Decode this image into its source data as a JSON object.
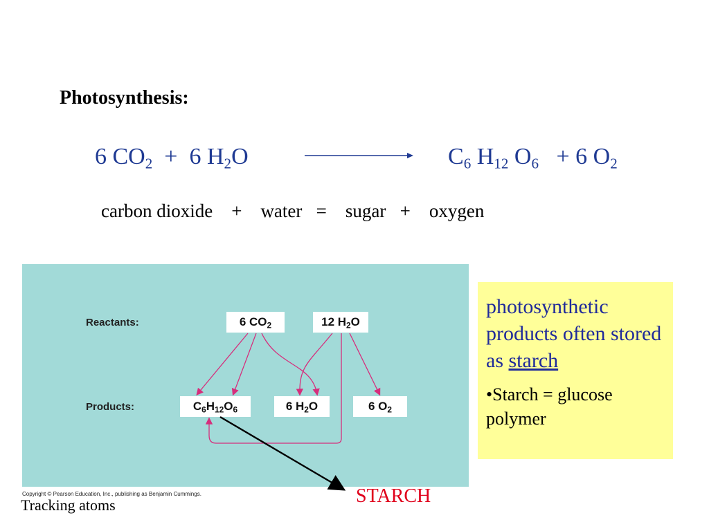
{
  "title": "Photosynthesis:",
  "equation": {
    "reactant1": {
      "coef": "6",
      "formula": "CO",
      "sub": "2"
    },
    "plus1": "+",
    "reactant2": {
      "coef": "6",
      "formula1": "H",
      "sub": "2",
      "formula2": "O"
    },
    "product1": {
      "c": "C",
      "c_sub": "6",
      "h": "H",
      "h_sub": "12",
      "o": "O",
      "o_sub": "6"
    },
    "plus2": "+",
    "product2": {
      "coef": "6",
      "formula": "O",
      "sub": "2"
    }
  },
  "words": [
    "carbon dioxide",
    "+",
    "water",
    "=",
    "sugar",
    "+",
    "oxygen"
  ],
  "diagram": {
    "reactants_label": "Reactants:",
    "products_label": "Products:",
    "boxes": {
      "co2": {
        "main": "6 CO",
        "sub": "2"
      },
      "h2o_in": {
        "main": "12 H",
        "sub": "2",
        "tail": "O"
      },
      "glucose": {
        "c": "C",
        "c_sub": "6",
        "h": "H",
        "h_sub": "12",
        "o": "O",
        "o_sub": "6"
      },
      "h2o_out": {
        "main": "6 H",
        "sub": "2",
        "tail": "O"
      },
      "o2": {
        "main": "6 O",
        "sub": "2"
      }
    },
    "copyright": "Copyright © Pearson Education, Inc., publishing as Benjamin Cummings.",
    "arrow_color": "#d62e7c"
  },
  "caption": "Tracking atoms",
  "starch_label": "STARCH",
  "note": {
    "line_main": "photosynthetic products often stored as",
    "underlined": "starch",
    "bullet": "•Starch = glucose polymer"
  },
  "colors": {
    "equation": "#1f3a93",
    "panel": "#a2dad8",
    "note_bg": "#ffff99",
    "starch": "#e0001b",
    "note_text": "#1f2a9a"
  }
}
